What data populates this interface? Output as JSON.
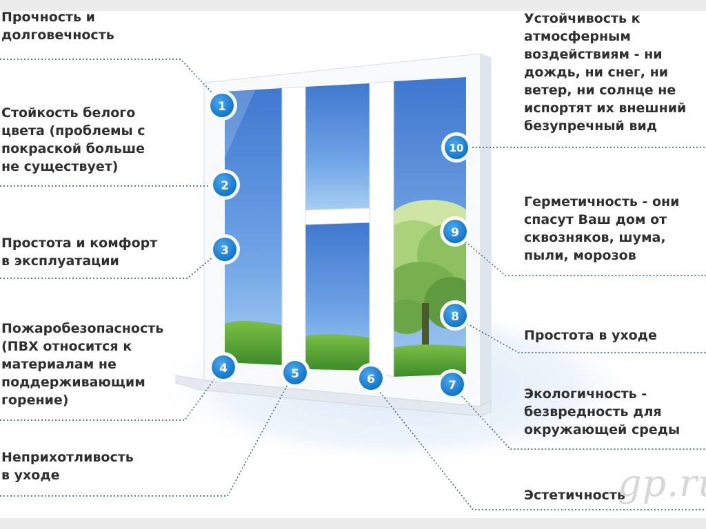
{
  "watermark": "gp.ru",
  "features": [
    {
      "number": "1",
      "text": "Прочность и\nдолговечность"
    },
    {
      "number": "2",
      "text": "Стойкость белого\nцвета (проблемы с\nпокраской больше\nне существует)"
    },
    {
      "number": "3",
      "text": "Простота и комфорт\nв эксплуатации"
    },
    {
      "number": "4",
      "text": "Пожаробезопасность\n(ПВХ относится к\nматериалам не\nподдерживающим\nгорение)"
    },
    {
      "number": "5",
      "text": "Неприхотливость\nв уходе"
    },
    {
      "number": "6",
      "text": "Эстетичность"
    },
    {
      "number": "7",
      "text": "Экологичность -\nбезвредность для\nокружающей среды"
    },
    {
      "number": "8",
      "text": "Простота в уходе"
    },
    {
      "number": "9",
      "text": "Герметичность - они\nспасут Ваш дом от\nсквозняков, шума,\nпыли, морозов"
    },
    {
      "number": "10",
      "text": "Устойчивость к\nатмосферным\nвоздействиям - ни\nдождь, ни снег, ни\nветер, ни солнце не\nиспортят их внешний\nбезупречный вид"
    }
  ],
  "colors": {
    "background": "#ececec",
    "panel": "#ffffff",
    "glass": "#4f86d6",
    "frame": "#ffffff",
    "badge": "#1e88d8",
    "text": "#2f2f2f",
    "connector": "#2a5470"
  }
}
